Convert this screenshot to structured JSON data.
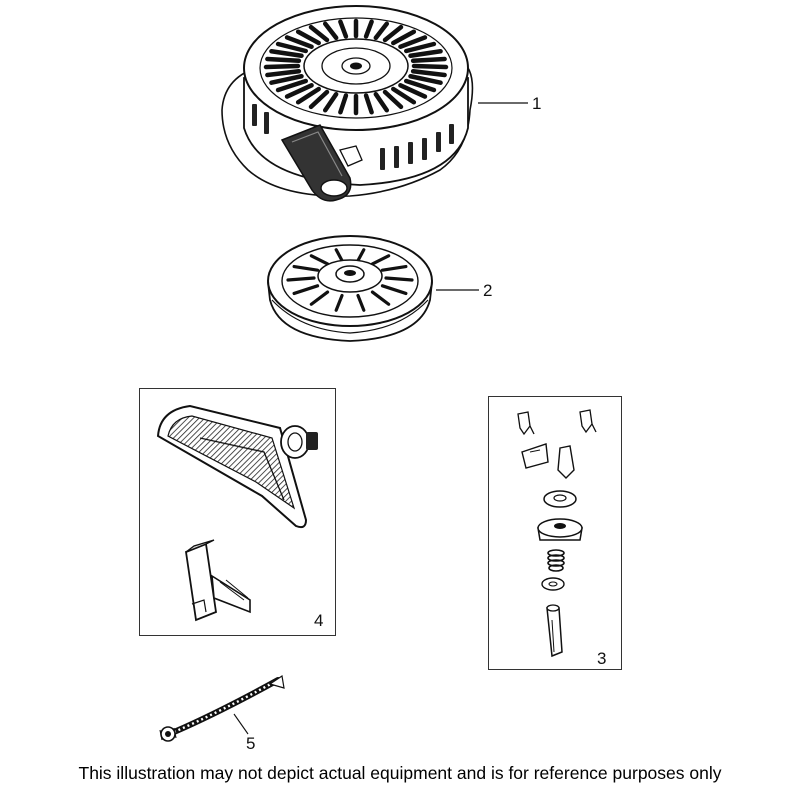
{
  "callouts": {
    "part_1": "1",
    "part_2": "2",
    "part_3": "3",
    "part_4": "4",
    "part_5": "5"
  },
  "parts": [
    {
      "callout": "1",
      "icon": "recoil-starter-housing-icon"
    },
    {
      "callout": "2",
      "icon": "starter-pulley-icon"
    },
    {
      "callout": "3",
      "icon": "pawl-kit-icon"
    },
    {
      "callout": "4",
      "icon": "starter-handle-kit-icon"
    },
    {
      "callout": "5",
      "icon": "starter-rope-icon"
    }
  ],
  "disclaimer": "This illustration may not depict actual equipment and is for reference purposes only"
}
